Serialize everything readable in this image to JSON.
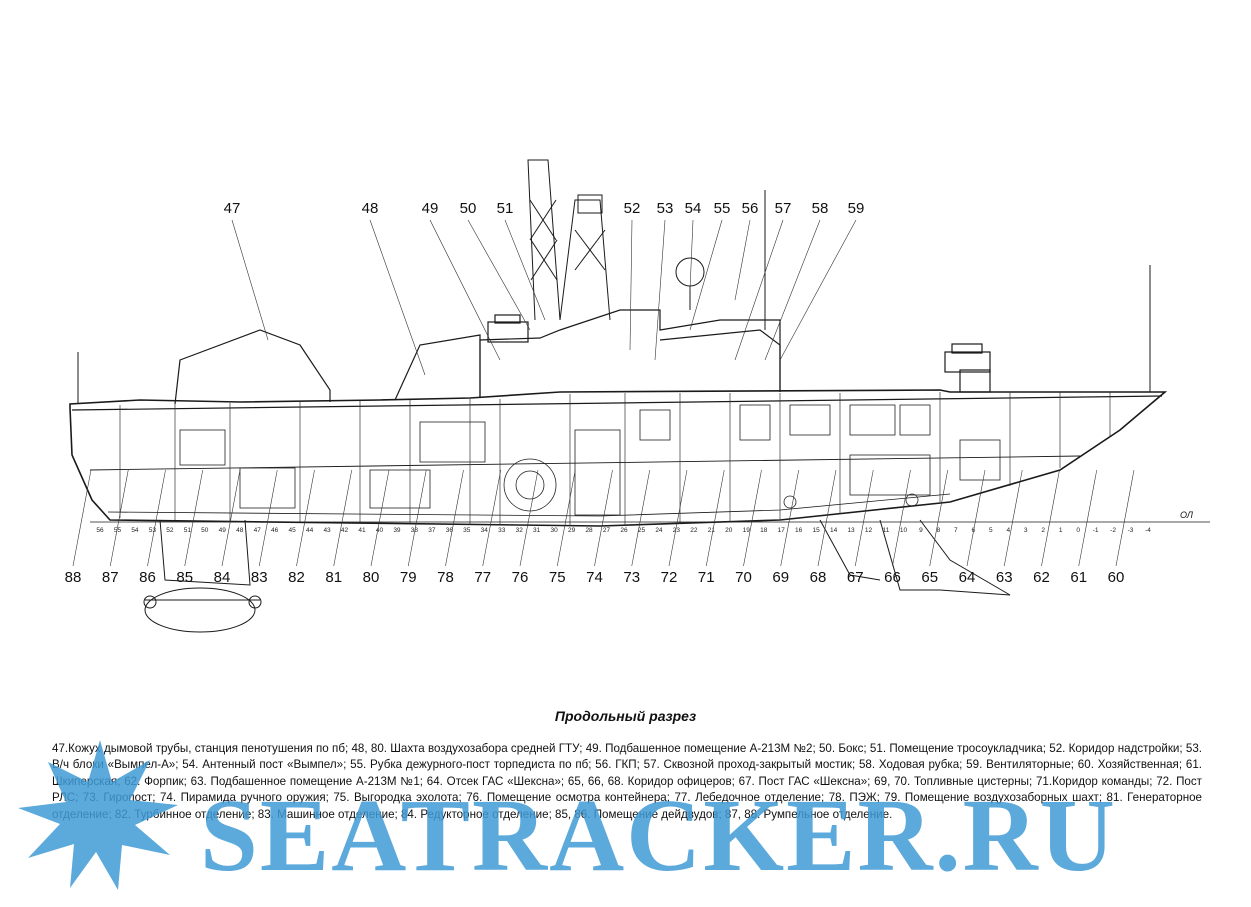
{
  "diagram": {
    "callouts_top": [
      "47",
      "48",
      "49",
      "50",
      "51",
      "52",
      "53",
      "54",
      "55",
      "56",
      "57",
      "58",
      "59"
    ],
    "callouts_bottom": [
      "88",
      "87",
      "86",
      "85",
      "84",
      "83",
      "82",
      "81",
      "80",
      "79",
      "78",
      "77",
      "76",
      "75",
      "74",
      "73",
      "72",
      "71",
      "70",
      "69",
      "68",
      "67",
      "66",
      "65",
      "64",
      "63",
      "62",
      "61",
      "60"
    ],
    "frame_numbers": [
      "56",
      "55",
      "54",
      "53",
      "52",
      "51",
      "50",
      "49",
      "48",
      "47",
      "46",
      "45",
      "44",
      "43",
      "42",
      "41",
      "40",
      "39",
      "38",
      "37",
      "36",
      "35",
      "34",
      "33",
      "32",
      "31",
      "30",
      "29",
      "28",
      "27",
      "26",
      "25",
      "24",
      "23",
      "22",
      "21",
      "20",
      "19",
      "18",
      "17",
      "16",
      "15",
      "14",
      "13",
      "12",
      "11",
      "10",
      "9",
      "8",
      "7",
      "6",
      "5",
      "4",
      "3",
      "2",
      "1",
      "0",
      "-1",
      "-2",
      "-3",
      "-4"
    ],
    "baseline_label": "ОЛ"
  },
  "caption": "Продольный разрез",
  "legend": "47.Кожух дымовой трубы, станция пенотушения по пб; 48, 80. Шахта воздухозабора средней ГТУ; 49. Подбашенное помещение А-213М №2; 50. Бокс; 51. Помещение тросоукладчика; 52. Коридор надстройки; 53. В/ч блоки «Вымпел-А»; 54. Антенный пост «Вымпел»; 55. Рубка дежурного-пост торпедиста по пб; 56. ГКП; 57. Сквозной проход-закрытый мостик; 58. Ходовая рубка; 59. Вентиляторные; 60. Хозяйственная; 61. Шкиперская; 62. Форпик; 63. Подбашенное помещение А-213М №1; 64. Отсек ГАС «Шексна»; 65, 66, 68. Коридор офицеров; 67. Пост ГАС «Шексна»; 69, 70. Топливные цистерны; 71.Коридор команды; 72. Пост РЛС; 73. Гиропост; 74. Пирамида ручного оружия; 75. Выгородка эхолота; 76. Помещение осмотра контейнера; 77. Лебедочное отделение; 78. ПЭЖ; 79. Помещение воздухозаборных шахт; 81. Генераторное отделение; 82. Турбинное отделение; 83. Машинное отделение; 84. Редукторное отделение; 85, 86. Помещение дейдвудов; 87, 88. Румпельное отделение.",
  "watermark": "SEATRACKER.RU",
  "colors": {
    "line": "#1a1a1a",
    "watermark": "#3f9ad6",
    "background": "#ffffff"
  }
}
